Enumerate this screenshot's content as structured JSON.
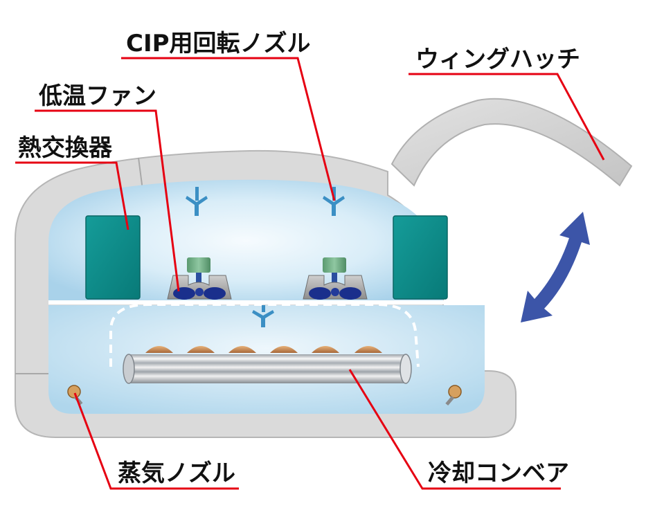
{
  "diagram": {
    "labels": {
      "cip_nozzle": "CIP用回転ノズル",
      "wing_hatch": "ウィングハッチ",
      "low_temp_fan": "低温ファン",
      "heat_exchanger": "熱交換器",
      "steam_nozzle": "蒸気ノズル",
      "cooling_conveyor": "冷却コンベア"
    },
    "colors": {
      "leader_line": "#e60012",
      "label_text": "#111111",
      "wall": "#d9d9d9",
      "chamber": "#c5e3f3",
      "heat_exchanger": "#0e8e8c",
      "fan_blade": "#1a2f8c",
      "motor": "#6fae84",
      "arrow": "#3c55a8",
      "product": "#c98a4e"
    }
  }
}
